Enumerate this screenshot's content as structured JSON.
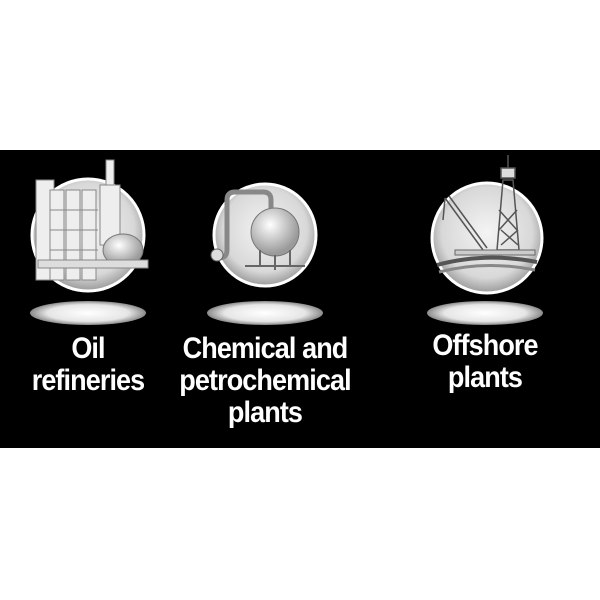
{
  "items": [
    {
      "icon": "oil-refinery-icon",
      "lines": [
        "Oil",
        "refineries"
      ]
    },
    {
      "icon": "chemical-plant-icon",
      "lines": [
        "Chemical and",
        "petrochemical",
        "plants"
      ]
    },
    {
      "icon": "offshore-platform-icon",
      "lines": [
        "Offshore",
        "plants"
      ]
    }
  ]
}
